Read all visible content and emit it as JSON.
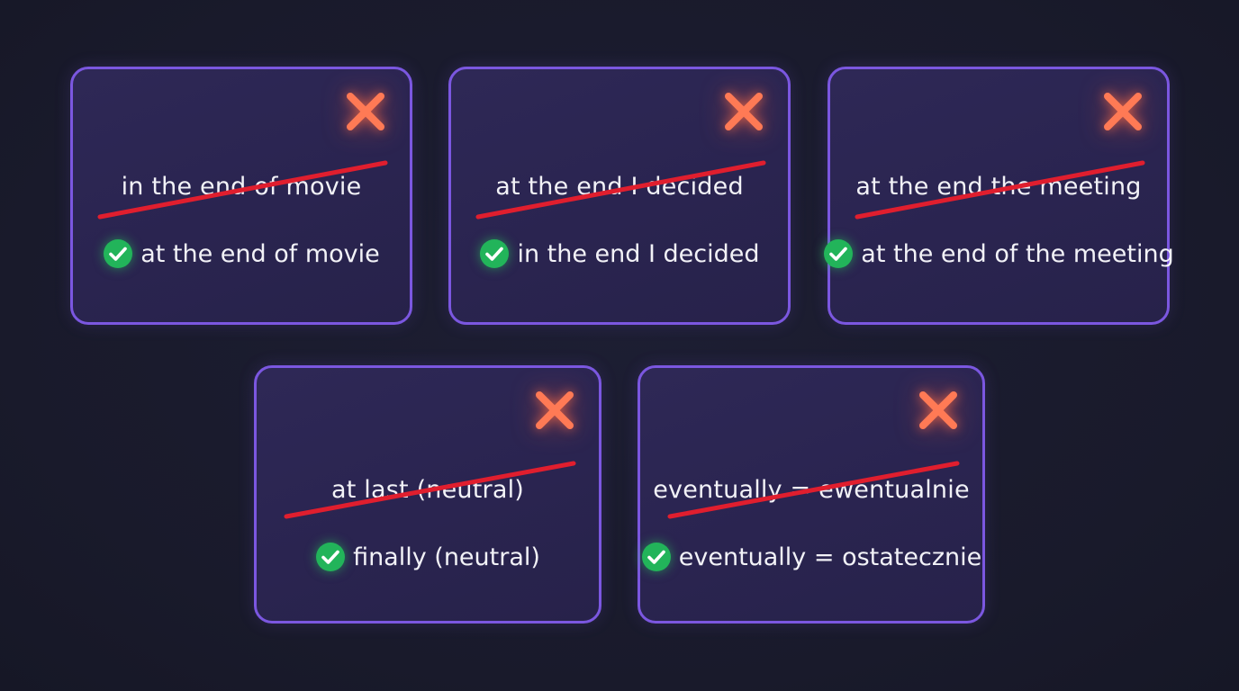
{
  "colors": {
    "background": "#1a1b2e",
    "card_border": "#7b57e0",
    "card_fill": "#2b2552",
    "cross": "#ff7a55",
    "strike": "#e01e2e",
    "check": "#22b45a",
    "text": "#f2f2f7"
  },
  "cards": [
    {
      "wrong": "in the end of movie",
      "right": "at the end of movie",
      "wrong_icon": "cross-icon",
      "right_icon": "check-circle-icon"
    },
    {
      "wrong": "at the end I decided",
      "right": "in the end I decided",
      "wrong_icon": "cross-icon",
      "right_icon": "check-circle-icon"
    },
    {
      "wrong": "at the end the meeting",
      "right": "at the end of the meeting",
      "wrong_icon": "cross-icon",
      "right_icon": "check-circle-icon"
    },
    {
      "wrong": "at last (neutral)",
      "right": "finally (neutral)",
      "wrong_icon": "cross-icon",
      "right_icon": "check-circle-icon"
    },
    {
      "wrong": "eventually = ewentualnie",
      "right": "eventually = ostatecznie",
      "wrong_icon": "cross-icon",
      "right_icon": "check-circle-icon"
    }
  ]
}
